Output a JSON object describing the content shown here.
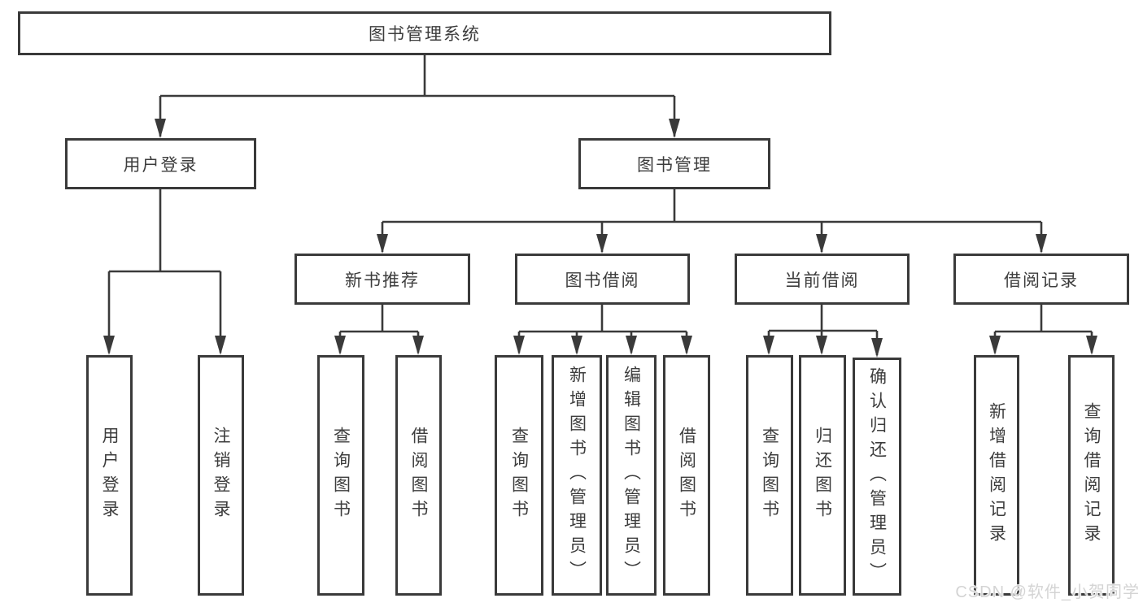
{
  "watermark": "CSDN @软件_小贺同学",
  "nodes": {
    "root": "图书管理系统",
    "user_login": {
      "label": "用户登录",
      "children": {
        "login": "用户登录",
        "logout": "注销登录"
      }
    },
    "book_mgmt": {
      "label": "图书管理",
      "sections": {
        "new_book": {
          "label": "新书推荐",
          "children": {
            "query": "查询图书",
            "borrow": "借阅图书"
          }
        },
        "book_borrow": {
          "label": "图书借阅",
          "children": {
            "query": "查询图书",
            "add": "新增图书（管理员）",
            "edit": "编辑图书（管理员）",
            "borrow": "借阅图书"
          }
        },
        "current_borrow": {
          "label": "当前借阅",
          "children": {
            "query": "查询图书",
            "return": "归还图书",
            "confirm": "确认归还（管理员）"
          }
        },
        "borrow_record": {
          "label": "借阅记录",
          "children": {
            "add": "新增借阅记录",
            "query": "查询借阅记录"
          }
        }
      }
    }
  }
}
